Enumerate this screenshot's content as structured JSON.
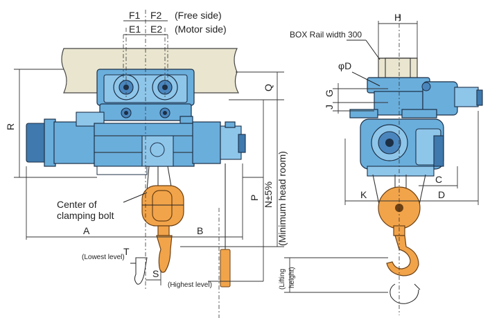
{
  "labels": {
    "f1": "F1",
    "f2": "F2",
    "e1": "E1",
    "e2": "E2",
    "free_side": "(Free side)",
    "motor_side": "(Motor side)",
    "r": "R",
    "q": "Q",
    "p": "P",
    "n": "N±5%",
    "min_head_room": "(Minimum head room)",
    "a": "A",
    "b": "B",
    "t": "T",
    "s": "S",
    "center_line1": "Center of",
    "center_line2": "clamping bolt",
    "lowest_level": "(Lowest level)",
    "highest_level": "(Highest level)",
    "h": "H",
    "box_rail": "BOX Rail width 300",
    "phi_d": "φD",
    "j": "J",
    "g": "G",
    "c": "C",
    "k": "K",
    "d": "D",
    "lifting_height1": "(Lifting",
    "lifting_height2": "height)"
  },
  "colors": {
    "hoist_body": "#6aaedc",
    "hook_block": "#f2a44a",
    "rail": "#e9e5cf"
  }
}
